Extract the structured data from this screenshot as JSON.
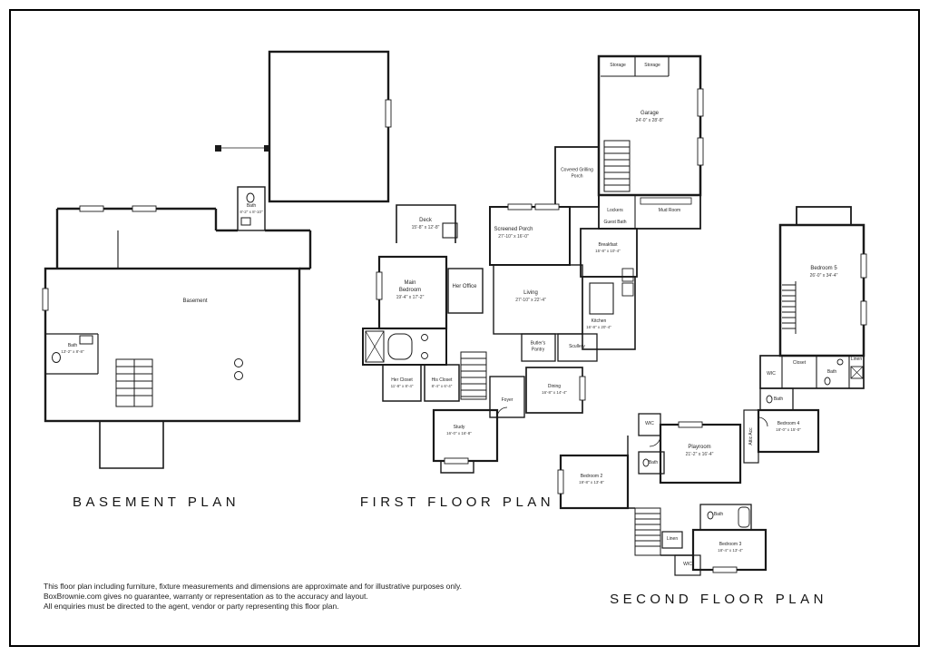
{
  "page": {
    "titles": {
      "basement": "BASEMENT PLAN",
      "first": "FIRST FLOOR PLAN",
      "second": "SECOND FLOOR PLAN"
    },
    "disclaimer": {
      "line1": "This floor plan including furniture, fixture measurements and dimensions are approximate and for illustrative purposes only.",
      "line2": "BoxBrownie.com gives no guarantee, warranty or representation as to the accuracy and layout.",
      "line3": "All enquiries must be directed to the agent, vendor or party representing this floor plan."
    }
  },
  "basement": {
    "basement": {
      "name": "Basement"
    },
    "bath": {
      "name": "Bath",
      "dims": "13'-2\" x 8'-8\""
    },
    "bath2": {
      "name": "Bath",
      "dims": "8'-2\" x 8'-10\""
    }
  },
  "first": {
    "deck": {
      "name": "Deck",
      "dims": "15'-8\" x 12'-8\""
    },
    "main_bedroom": {
      "name": "Main Bedroom",
      "dims": "19'-4\" x 17'-2\""
    },
    "her_office": {
      "name": "Her Office"
    },
    "screened_porch": {
      "name": "Screened Porch",
      "dims": "27'-10\" x 16'-0\""
    },
    "living": {
      "name": "Living",
      "dims": "27'-10\" x 22'-4\""
    },
    "breakfast": {
      "name": "Breakfast",
      "dims": "15'-8\" x 10'-4\""
    },
    "kitchen": {
      "name": "Kitchen",
      "dims": "16'-8\" x 20'-4\""
    },
    "garage": {
      "name": "Garage",
      "dims": "24'-0\" x 28'-8\""
    },
    "storage1": {
      "name": "Storage"
    },
    "storage2": {
      "name": "Storage"
    },
    "grilling_porch": {
      "name": "Covered Grilling Porch"
    },
    "mud_room": {
      "name": "Mud Room"
    },
    "lockers": {
      "name": "Lockers"
    },
    "guest_bath": {
      "name": "Guest Bath"
    },
    "butlers_pantry": {
      "name": "Butler's Pantry"
    },
    "scullery": {
      "name": "Scullery"
    },
    "her_closet": {
      "name": "Her Closet",
      "dims": "11'-8\" x 8'-4\""
    },
    "his_closet": {
      "name": "His Closet",
      "dims": "8'-4\" x 6'-4\""
    },
    "foyer": {
      "name": "Foyer"
    },
    "dining": {
      "name": "Dining",
      "dims": "16'-8\" x 14'-4\""
    },
    "study": {
      "name": "Study",
      "dims": "16'-0\" x 16'-8\""
    }
  },
  "second": {
    "bedroom5": {
      "name": "Bedroom 5",
      "dims": "26'-0\" x 34'-4\""
    },
    "closet": {
      "name": "Closet"
    },
    "linen_hall": {
      "name": "Linen"
    },
    "bath_hall": {
      "name": "Bath"
    },
    "wic_hall": {
      "name": "WIC"
    },
    "bath_b4": {
      "name": "Bath"
    },
    "bedroom4": {
      "name": "Bedroom 4",
      "dims": "18'-0\" x 15'-0\""
    },
    "attic": {
      "name": "Attic Acc"
    },
    "playroom": {
      "name": "Playroom",
      "dims": "21'-2\" x 16'-4\""
    },
    "wic_play": {
      "name": "WIC"
    },
    "bath_play": {
      "name": "Bath"
    },
    "bedroom2": {
      "name": "Bedroom 2",
      "dims": "19'-8\" x 13'-8\""
    },
    "linen_stairs": {
      "name": "Linen"
    },
    "bath_b3": {
      "name": "Bath"
    },
    "bedroom3": {
      "name": "Bedroom 3",
      "dims": "18'-4\" x 13'-4\""
    },
    "wic_b3": {
      "name": "WIC"
    }
  }
}
